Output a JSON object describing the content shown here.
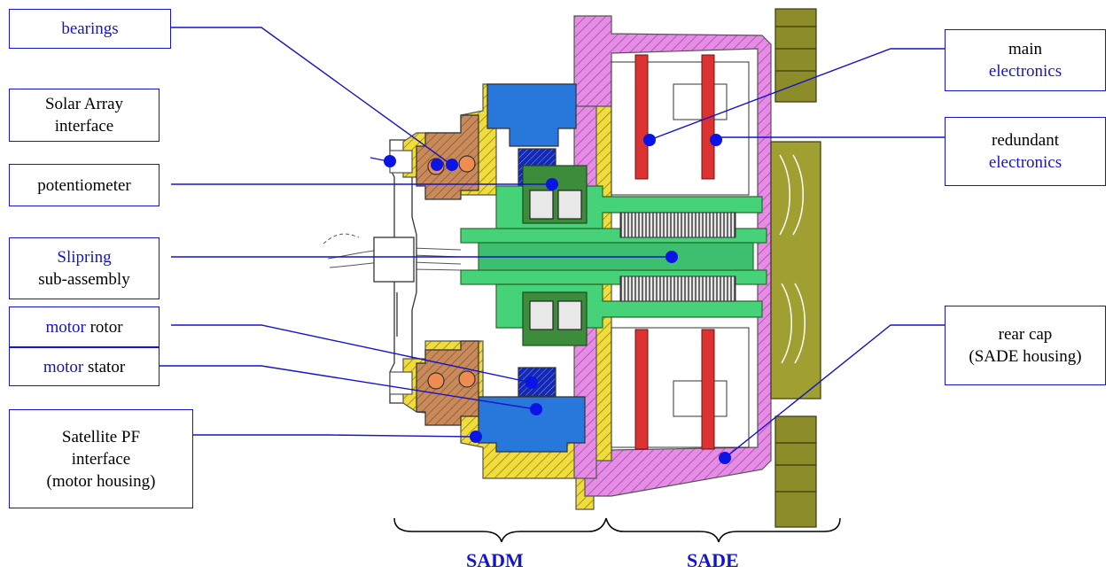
{
  "labels": {
    "bearings": {
      "l1": "bearings"
    },
    "solar_array": {
      "l1": "Solar Array",
      "l2": "interface"
    },
    "potentiometer": {
      "l1": "potentiometer"
    },
    "slipring": {
      "l1": "Slipring",
      "l2": "sub-assembly"
    },
    "motor_rotor": {
      "w1": "motor",
      "w2": " rotor"
    },
    "motor_stator": {
      "w1": "motor",
      "w2": " stator"
    },
    "satellite_pf": {
      "l1": "Satellite PF",
      "l2": "interface",
      "l3": "(motor housing)"
    },
    "main_electronics": {
      "l1": "main",
      "l2": "electronics"
    },
    "redundant_electronics": {
      "l1": "redundant",
      "l2": "electronics"
    },
    "rear_cap": {
      "l1": "rear cap",
      "l2": "(SADE housing)"
    }
  },
  "groups": {
    "sadm": "SADM",
    "sade": "SADE"
  },
  "colors": {
    "label_border": "#1414c8",
    "leader_line": "#1414c8",
    "marker": "#0a14e6",
    "housing_yellow": "#f0dc3c",
    "housing_pink": "#e68ce6",
    "motor_blue": "#2878dc",
    "bearing_brown": "#c88a5a",
    "electronics_red": "#dc3232",
    "shaft_green": "#46d278",
    "potentiometer_green": "#3c8c3c",
    "connector_olive": "#8c8c28"
  }
}
